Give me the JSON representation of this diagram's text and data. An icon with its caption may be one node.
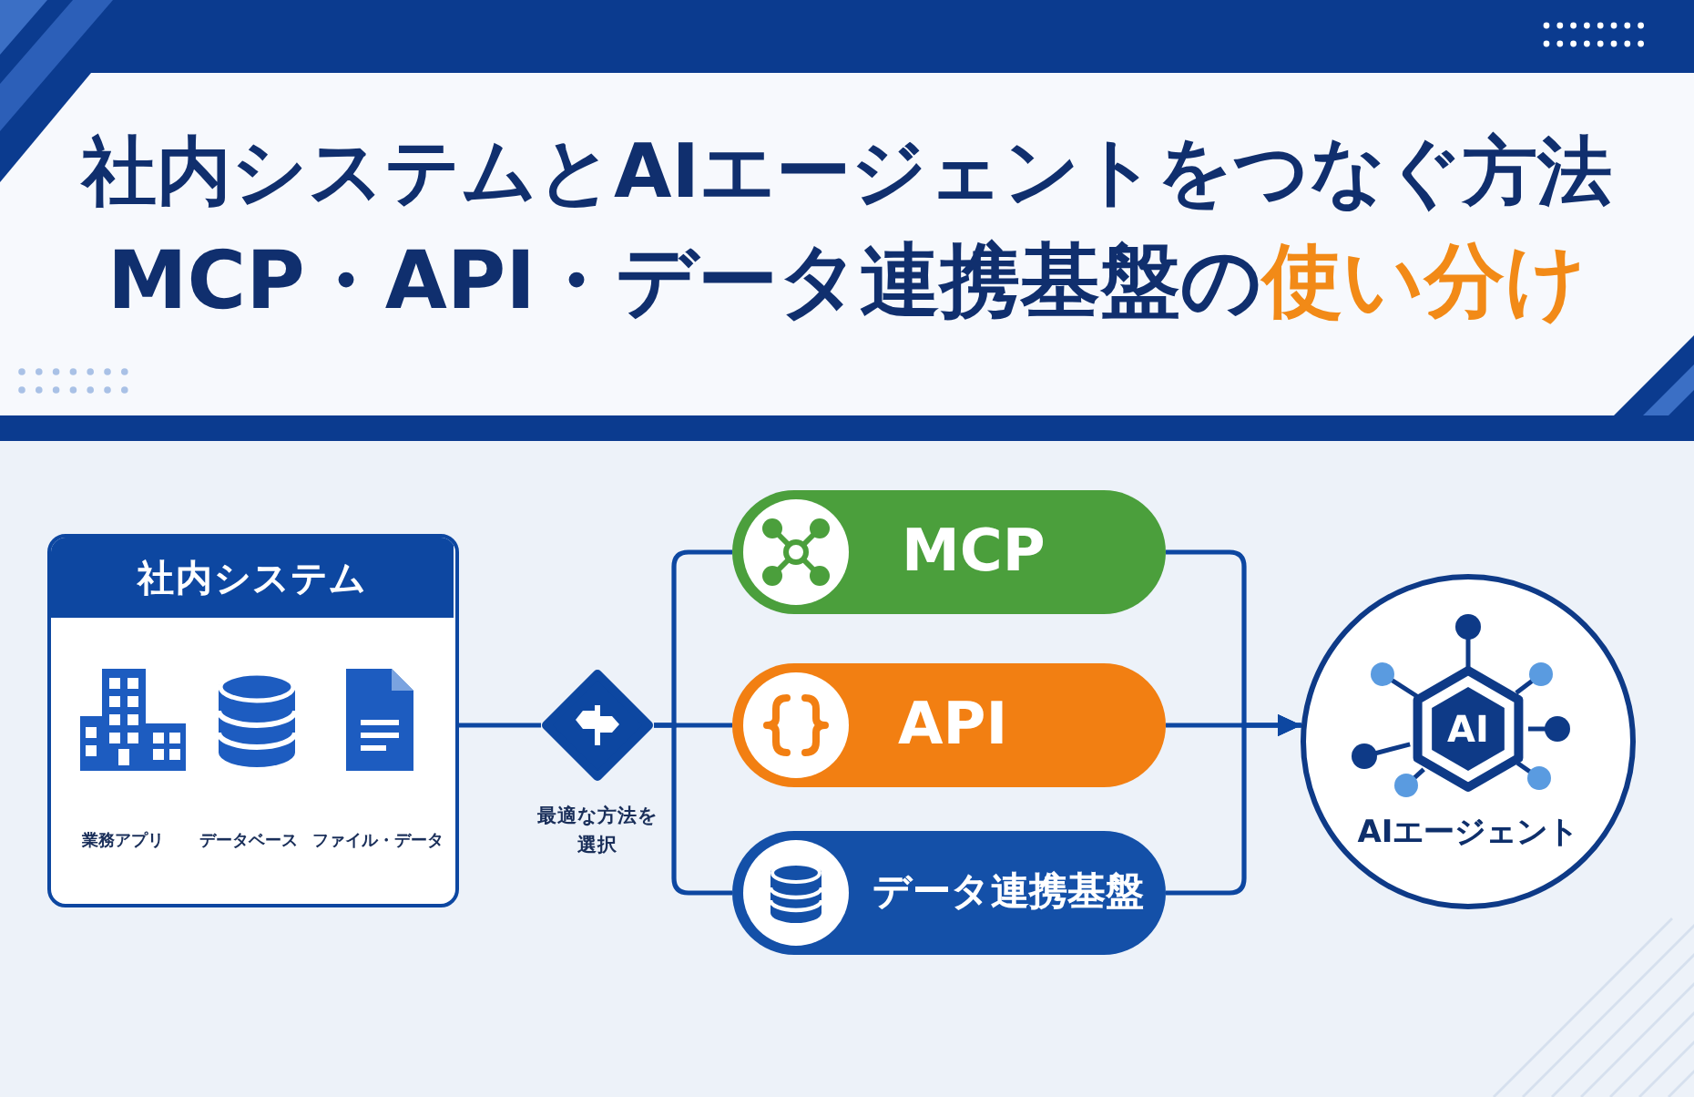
{
  "diagram": {
    "title": "社内システムとAIエージェントをつなぐ方法",
    "nodes": [
      {
        "text": [
          "社内システム"
        ]
      },
      {
        "text": [],
        "shape": "diamond",
        "beside": [
          "最適な方法を選択"
        ]
      },
      {
        "text": [
          "MCP"
        ]
      },
      {
        "text": [
          "API"
        ]
      },
      {
        "text": [
          "データ連携基盤"
        ]
      },
      {
        "text": [
          "AI",
          "AIエージェント"
        ]
      }
    ],
    "edges": [
      {
        "from": 0,
        "to": 1,
        "arrow": "none"
      },
      {
        "from": 1,
        "to": 2,
        "arrow": "none"
      },
      {
        "from": 1,
        "to": 3,
        "arrow": "none"
      },
      {
        "from": 1,
        "to": 4,
        "arrow": "none"
      },
      {
        "from": 2,
        "to": 5,
        "arrow": "to"
      },
      {
        "from": 3,
        "to": 5,
        "arrow": "to"
      },
      {
        "from": 4,
        "to": 5,
        "arrow": "to"
      }
    ],
    "labels": [
      "MCP・API・データ連携基盤の**使い分け**",
      "業務アプリ",
      "データベース",
      "ファイル・データ"
    ]
  }
}
